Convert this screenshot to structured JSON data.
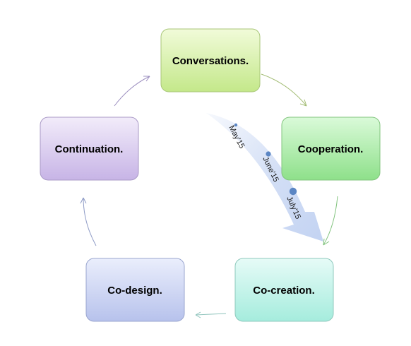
{
  "nodes": [
    {
      "id": "conversations",
      "label": "Conversations.",
      "top_color": "#f1fbd9",
      "bottom_color": "#c4e88a",
      "border_color": "#a9c67a"
    },
    {
      "id": "cooperation",
      "label": "Cooperation.",
      "top_color": "#dafad9",
      "bottom_color": "#8ee08a",
      "border_color": "#82c47e"
    },
    {
      "id": "co-creation",
      "label": "Co-creation.",
      "top_color": "#e6fbf7",
      "bottom_color": "#a5ecdd",
      "border_color": "#8fc9bd"
    },
    {
      "id": "co-design",
      "label": "Co-design.",
      "top_color": "#eaeefc",
      "bottom_color": "#b7c2ec",
      "border_color": "#9aa6cf"
    },
    {
      "id": "continuation",
      "label": "Continuation.",
      "top_color": "#f2ecfa",
      "bottom_color": "#c7b4e6",
      "border_color": "#a999c6"
    }
  ],
  "connector_colors": [
    "#a4bd76",
    "#7fc27b",
    "#8ec3bb",
    "#8e9bc6",
    "#9d90c0"
  ],
  "timeline": {
    "arrow_color": "#c3d3f2",
    "marker_color": "#5b86c4",
    "milestones": [
      {
        "label": "May'15"
      },
      {
        "label": "June'15"
      },
      {
        "label": "July'15"
      }
    ]
  }
}
